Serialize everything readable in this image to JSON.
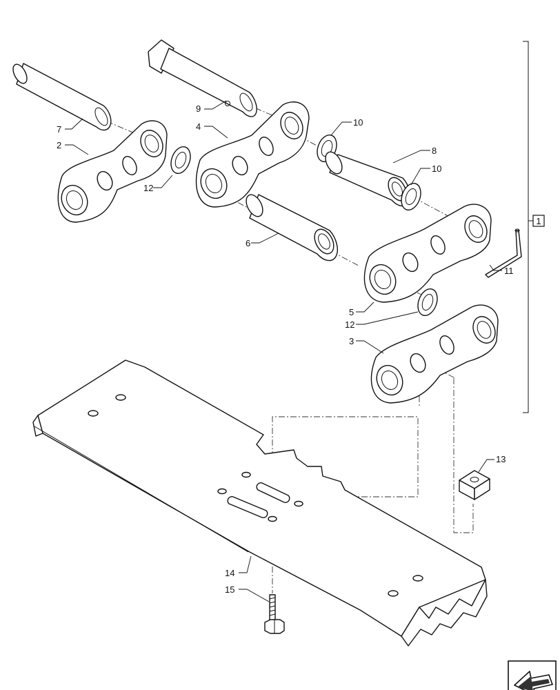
{
  "callouts": {
    "c1": "1",
    "c2": "2",
    "c3": "3",
    "c4": "4",
    "c5": "5",
    "c6": "6",
    "c7": "7",
    "c8": "8",
    "c9": "9",
    "c10a": "10",
    "c10b": "10",
    "c11": "11",
    "c12a": "12",
    "c12b": "12",
    "c13": "13",
    "c14": "14",
    "c15": "15"
  },
  "icons": {
    "nav": "view-direction-arrow-icon"
  }
}
